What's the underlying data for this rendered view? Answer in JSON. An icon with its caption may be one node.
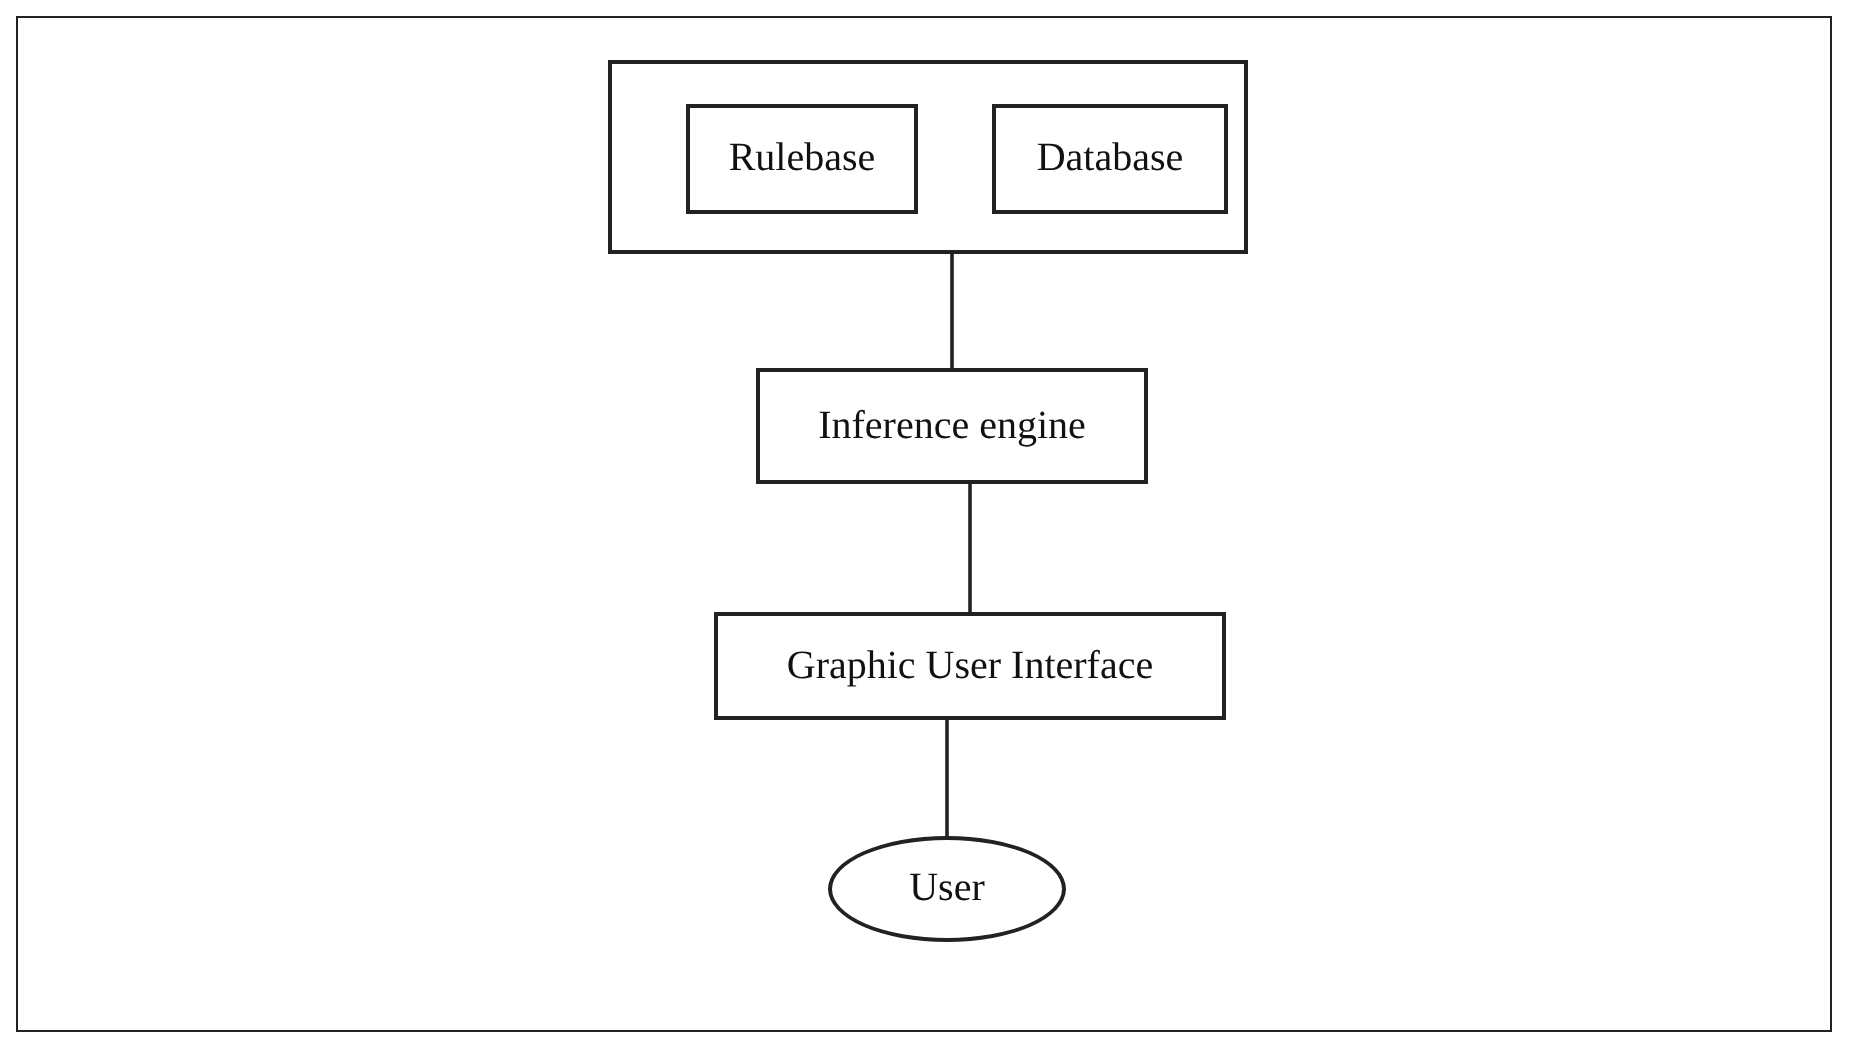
{
  "diagram": {
    "nodes": [
      {
        "text": [],
        "shape": "box"
      },
      {
        "text": [
          "Rulebase"
        ],
        "in": 0
      },
      {
        "text": [
          "Database"
        ],
        "in": 0
      },
      {
        "text": [
          "Inference engine"
        ]
      },
      {
        "text": [
          "Graphic User Interface"
        ]
      },
      {
        "text": [
          "User"
        ]
      }
    ],
    "edges": [
      {
        "from": 0,
        "to": 3,
        "arrow": "none"
      },
      {
        "from": 3,
        "to": 4,
        "arrow": "none"
      },
      {
        "from": 4,
        "to": 5,
        "arrow": "none"
      }
    ]
  }
}
